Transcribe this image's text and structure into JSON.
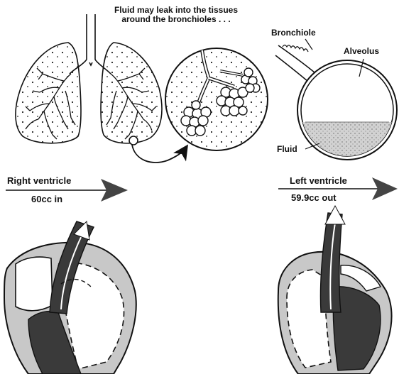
{
  "caption": {
    "line1": "Fluid may leak into the tissues",
    "line2": "around the bronchioles . . ."
  },
  "alveolus_detail": {
    "bronchiole_label": "Bronchiole",
    "alveolus_label": "Alveolus",
    "fluid_label": "Fluid"
  },
  "right_ventricle": {
    "title": "Right ventricle",
    "volume": "60cc in"
  },
  "left_ventricle": {
    "title": "Left ventricle",
    "volume": "59.9cc out"
  },
  "colors": {
    "ink": "#111111",
    "dark_fill": "#3a3a3a",
    "heart_wall": "#c8c8c8",
    "fluid": "#bdbdbd"
  }
}
